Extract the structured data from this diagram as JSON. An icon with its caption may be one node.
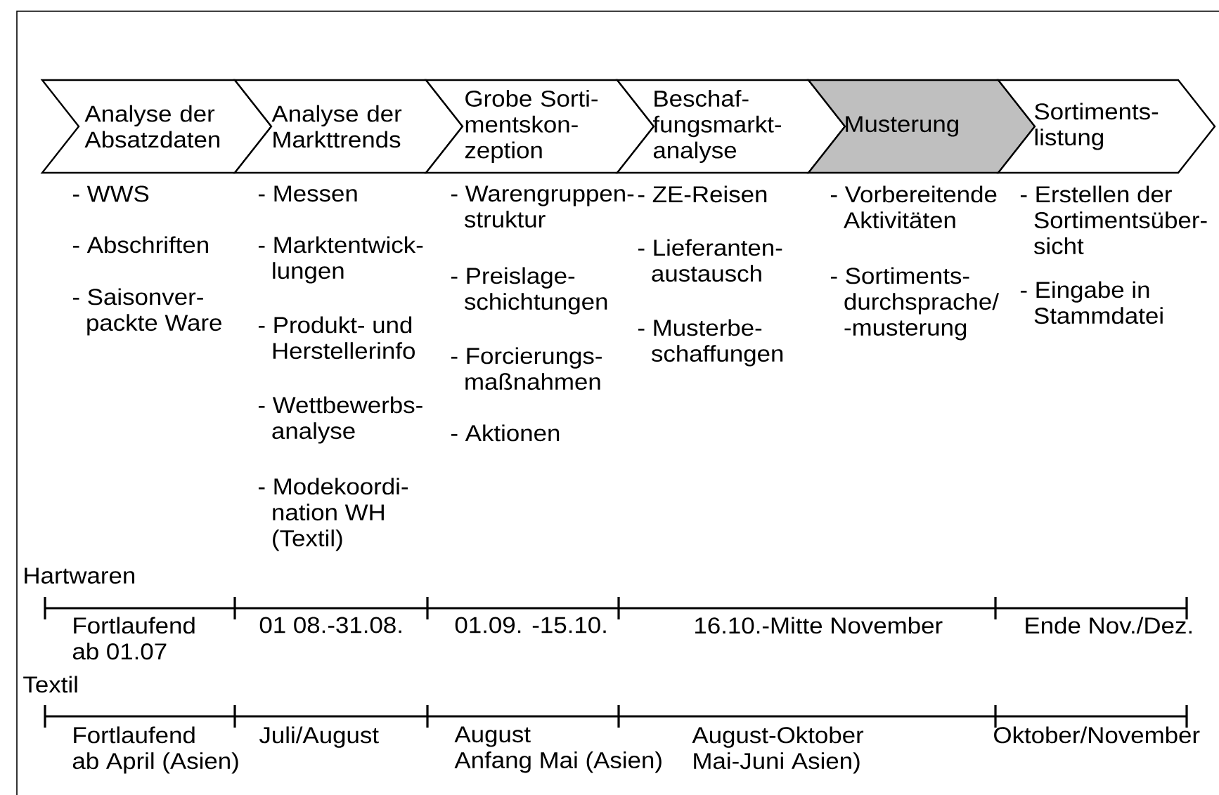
{
  "diagram": {
    "nodes": [
      {
        "text": [
          "Analyse der Absatzdaten"
        ],
        "beside": [
          "- WWS",
          "- Abschriften",
          "- Saisonver- packte Ware"
        ]
      },
      {
        "text": [
          "Analyse der Markttrends"
        ],
        "beside": [
          "- Messen",
          "- Marktentwick- lungen",
          "- Produkt- und Herstellerinfo",
          "- Wettbewerbs- analyse",
          "- Modekoordi- nation WH (Textil)"
        ]
      },
      {
        "text": [
          "Grobe Sorti- mentskon- zeption"
        ],
        "beside": [
          "- Warengruppen- struktur",
          "- Preislage- schichtungen",
          "- Forcierungs- maßnahmen",
          "- Aktionen"
        ]
      },
      {
        "text": [
          "Beschaf- fungsmarkt- analyse"
        ],
        "beside": [
          "- ZE-Reisen",
          "- Lieferanten- austausch",
          "- Musterbe- schaffungen"
        ]
      },
      {
        "text": [
          "Musterung"
        ],
        "beside": [
          "- Vorbereitende Aktivitäten",
          "- Sortiments- durchsprache/ -musterung"
        ]
      },
      {
        "text": [
          "Sortiments- listung"
        ],
        "beside": [
          "- Erstellen der Sortimentsüber- sicht",
          "- Eingabe in Stammdatei"
        ]
      }
    ],
    "labels": [
      "Hartwaren",
      "Fortlaufend ab 01.07",
      "01 08.-31.08.",
      "01.09. -15.10.",
      "16.10.-Mitte November",
      "Ende Nov./Dez.",
      "Textil",
      "Fortlaufend ab April (Asien)",
      "Juli/August",
      "August Anfang Mai (Asien)",
      "August-Oktober Mai-Juni Asien)",
      "Oktober/November"
    ]
  }
}
